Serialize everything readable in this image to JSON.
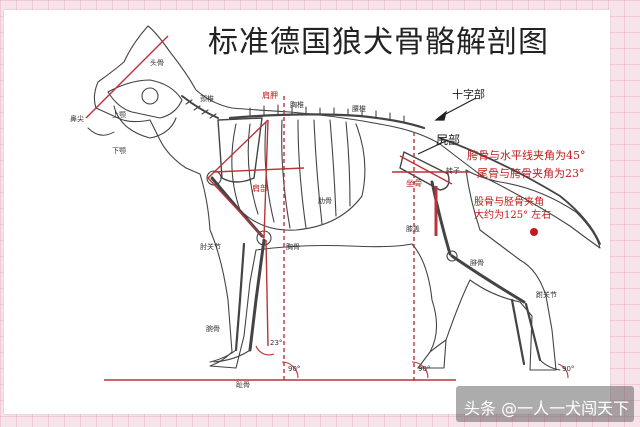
{
  "title": "标准德国狼犬骨骼解剖图",
  "labels": {
    "shizibu": "十字部",
    "kuanbu": "尻部",
    "annot1": "胯骨与水平线夹角为45°",
    "annot2": "尾骨与胯骨夹角为23°",
    "annot3": "股骨与胫骨夹角",
    "annot4": "大约为125° 左右",
    "jiazhu": "肩胛",
    "jiaobu": "肩部",
    "gufen": "坐骨",
    "angle_90a": "90°",
    "angle_90b": "90°",
    "angle_90c": "90°",
    "angle_23": "23°",
    "tiny_toubu": "头骨",
    "tiny_shanghe": "上颚",
    "tiny_xiahe": "下颚",
    "tiny_jingzhui": "颈椎",
    "tiny_xiongzhui": "胸椎",
    "tiny_yaozhui": "腰椎",
    "tiny_leigu": "肋骨",
    "tiny_zhougu": "肘关节",
    "tiny_wangu": "腕骨",
    "tiny_zhigu": "趾骨",
    "tiny_xigai": "膝盖",
    "tiny_feigu": "腓骨",
    "tiny_jigu": "跗关节",
    "tiny_zhuanbu": "转子",
    "tiny_bichi": "鼻尖",
    "tiny_dongmai": "胸骨"
  },
  "watermark": "头条 @一人一犬闯天下",
  "colors": {
    "accent": "#c31a1a",
    "line": "#b8343a",
    "ink": "#222222",
    "bg": "#f7e4ea"
  }
}
